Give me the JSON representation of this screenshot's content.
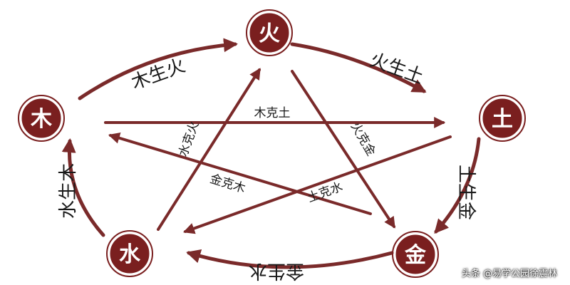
{
  "elements": {
    "fire": "火",
    "earth": "土",
    "metal": "金",
    "water": "水",
    "wood": "木"
  },
  "generating": {
    "wood_fire": "木生火",
    "fire_earth": "火生土",
    "earth_metal": "土生金",
    "metal_water": "金生水",
    "water_wood": "水生木"
  },
  "overcoming": {
    "wood_earth": "木克土",
    "water_fire": "水克火",
    "fire_metal": "火克金",
    "metal_wood": "金克木",
    "earth_water": "土克水"
  },
  "watermark": "头条 @易学公园徐震林",
  "colors": {
    "node_fill": "#7a1f1f",
    "ring_stroke": "#ffffff",
    "arrow": "#7a2a2a"
  }
}
